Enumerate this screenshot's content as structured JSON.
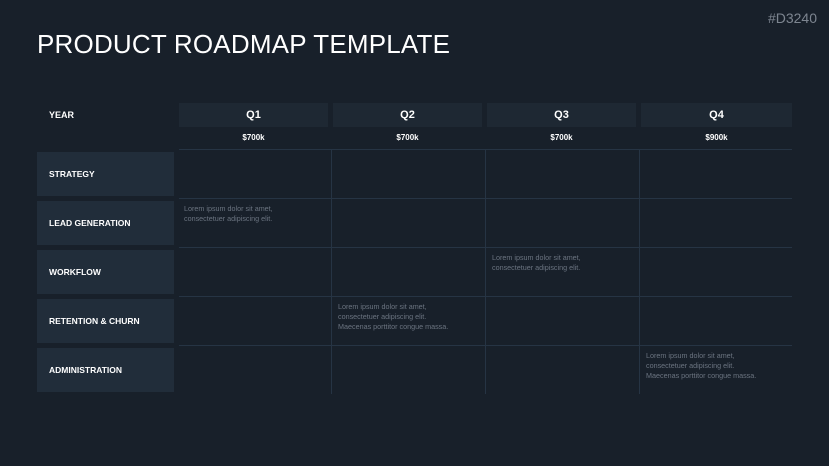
{
  "code": "#D3240",
  "title": "PRODUCT ROADMAP TEMPLATE",
  "year_label": "YEAR",
  "quarters": [
    {
      "label": "Q1",
      "amount": "$700k"
    },
    {
      "label": "Q2",
      "amount": "$700k"
    },
    {
      "label": "Q3",
      "amount": "$700k"
    },
    {
      "label": "Q4",
      "amount": "$900k"
    }
  ],
  "rows": [
    "STRATEGY",
    "LEAD GENERATION",
    "WORKFLOW",
    "RETENTION & CHURN",
    "ADMINISTRATION"
  ],
  "notes": [
    {
      "row": "LEAD GENERATION",
      "quarter": "Q1",
      "lines": [
        "Lorem ipsum dolor sit amet,",
        "consectetuer adipiscing elit."
      ]
    },
    {
      "row": "WORKFLOW",
      "quarter": "Q3",
      "lines": [
        "Lorem ipsum dolor sit amet,",
        "consectetuer adipiscing elit."
      ]
    },
    {
      "row": "RETENTION & CHURN",
      "quarter": "Q2",
      "lines": [
        "Lorem ipsum dolor sit amet,",
        "consectetuer adipiscing elit.",
        "Maecenas porttitor congue massa."
      ]
    },
    {
      "row": "ADMINISTRATION",
      "quarter": "Q4",
      "lines": [
        "Lorem ipsum dolor sit amet,",
        "consectetuer adipiscing elit.",
        "Maecenas porttitor congue massa."
      ]
    }
  ]
}
